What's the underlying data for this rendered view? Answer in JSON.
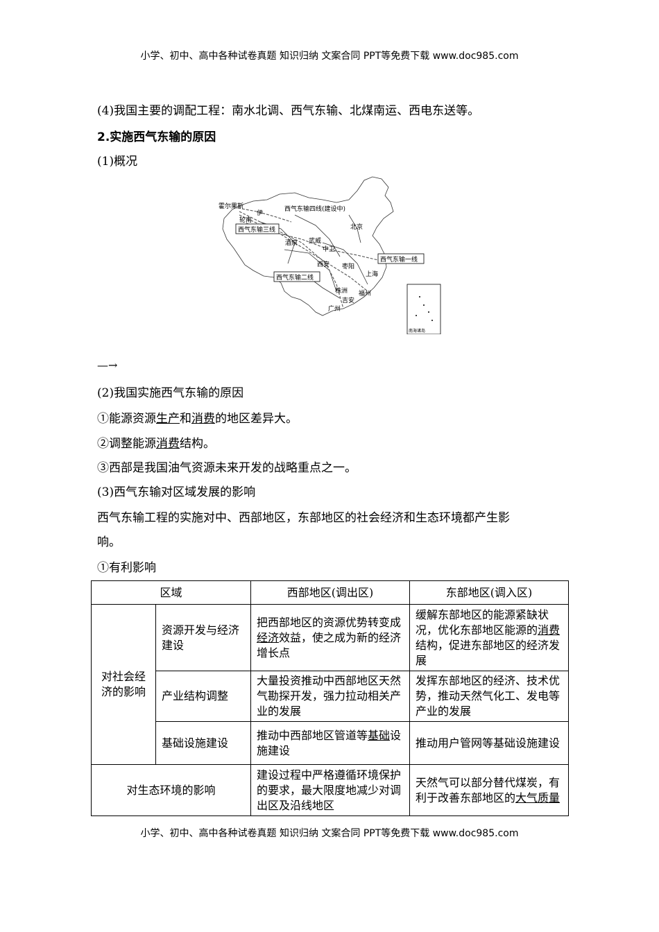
{
  "header": "小学、初中、高中各种试卷真题 知识归纳 文案合同 PPT等免费下载 www.doc985.com",
  "footer": "小学、初中、高中各种试卷真题 知识归纳 文案合同 PPT等免费下载 www.doc985.com",
  "p1": "(4)我国主要的调配工程：南水北调、西气东输、北煤南运、西电东送等。",
  "h2": "2.实施西气东输的原因",
  "s1": "(1)概况",
  "map": {
    "labels": {
      "huoerguosi": "霍尔果斯",
      "yi": "伊",
      "lunnan": "轮南",
      "jiuquan": "酒泉",
      "wuwei": "武威",
      "zhongwei": "中卫",
      "xian": "西安",
      "zaoyang": "枣阳",
      "beijing": "北京",
      "shanghai": "上海",
      "zhuzhou": "株洲",
      "jian": "吉安",
      "fuzhou": "福州",
      "guangzhou": "广州",
      "line4": "西气东输四线(建设中)",
      "line3": "西气东输三线",
      "line1": "西气东输一线",
      "line2": "西气东输二线",
      "inset": "南海诸岛"
    }
  },
  "arrow": "—→",
  "s2": "(2)我国实施西气东输的原因",
  "r1": {
    "pre": "①能源资源",
    "u1": "生产",
    "mid": "和",
    "u2": "消费",
    "post": "的地区差异大。"
  },
  "r2": {
    "pre": "②调整能源",
    "u1": "消费",
    "post": "结构。"
  },
  "r3": "③西部是我国油气资源未来开发的战略重点之一。",
  "s3": "(3)西气东输对区域发展的影响",
  "p3a": "西气东输工程的实施对中、西部地区，东部地区的社会经济和生态环境都产生影",
  "p3b": "响。",
  "s4": "①有利影响",
  "table": {
    "h_region": "区域",
    "h_west": "西部地区(调出区)",
    "h_east": "东部地区(调入区)",
    "g_social": "对社会经济的影响",
    "r1_label": "资源开发与经济建设",
    "r1_west": {
      "a": "把西部地区的资源优势转变成",
      "u": "经济",
      "b": "效益，使之成为新的经济增长点"
    },
    "r1_east": {
      "a": "缓解东部地区的能源紧缺状况，优化东部地区能源的",
      "u": "消费",
      "b": "结构，促进东部地区的经济发展"
    },
    "r2_label": "产业结构调整",
    "r2_west": "大量投资推动中西部地区天然气勘探开发，强力拉动相关产业的发展",
    "r2_east": "发挥东部地区的经济、技术优势，推动天然气化工、发电等产业的发展",
    "r3_label": "基础设施建设",
    "r3_west": {
      "a": "推动中西部地区管道等",
      "u": "基础",
      "b": "设施建设"
    },
    "r3_east": "推动用户管网等基础设施建设",
    "g_eco": "对生态环境的影响",
    "r4_west": "建设过程中严格遵循环境保护的要求，最大限度地减少对调出区及沿线地区",
    "r4_east": {
      "a": "天然气可以部分替代煤炭，有利于改善东部地区的",
      "u": "大气质量"
    }
  }
}
